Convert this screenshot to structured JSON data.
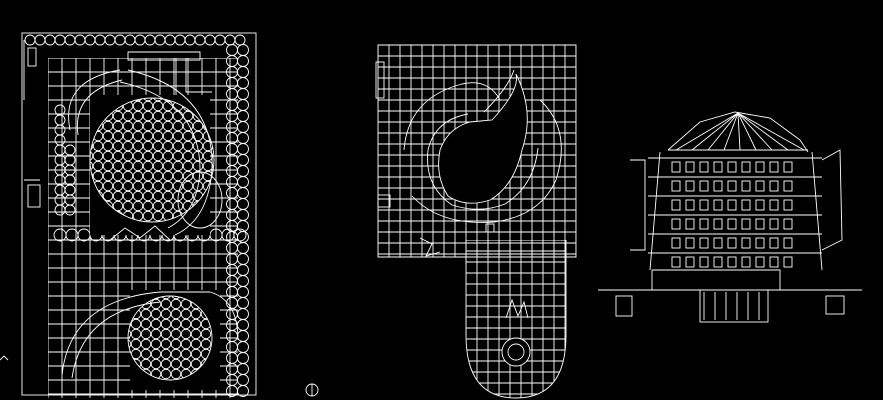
{
  "drawing": {
    "background": "#000000",
    "line_color": "#ffffff",
    "views": [
      {
        "name": "site-plan-left"
      },
      {
        "name": "site-plan-middle"
      },
      {
        "name": "building-elevation-right"
      }
    ]
  }
}
